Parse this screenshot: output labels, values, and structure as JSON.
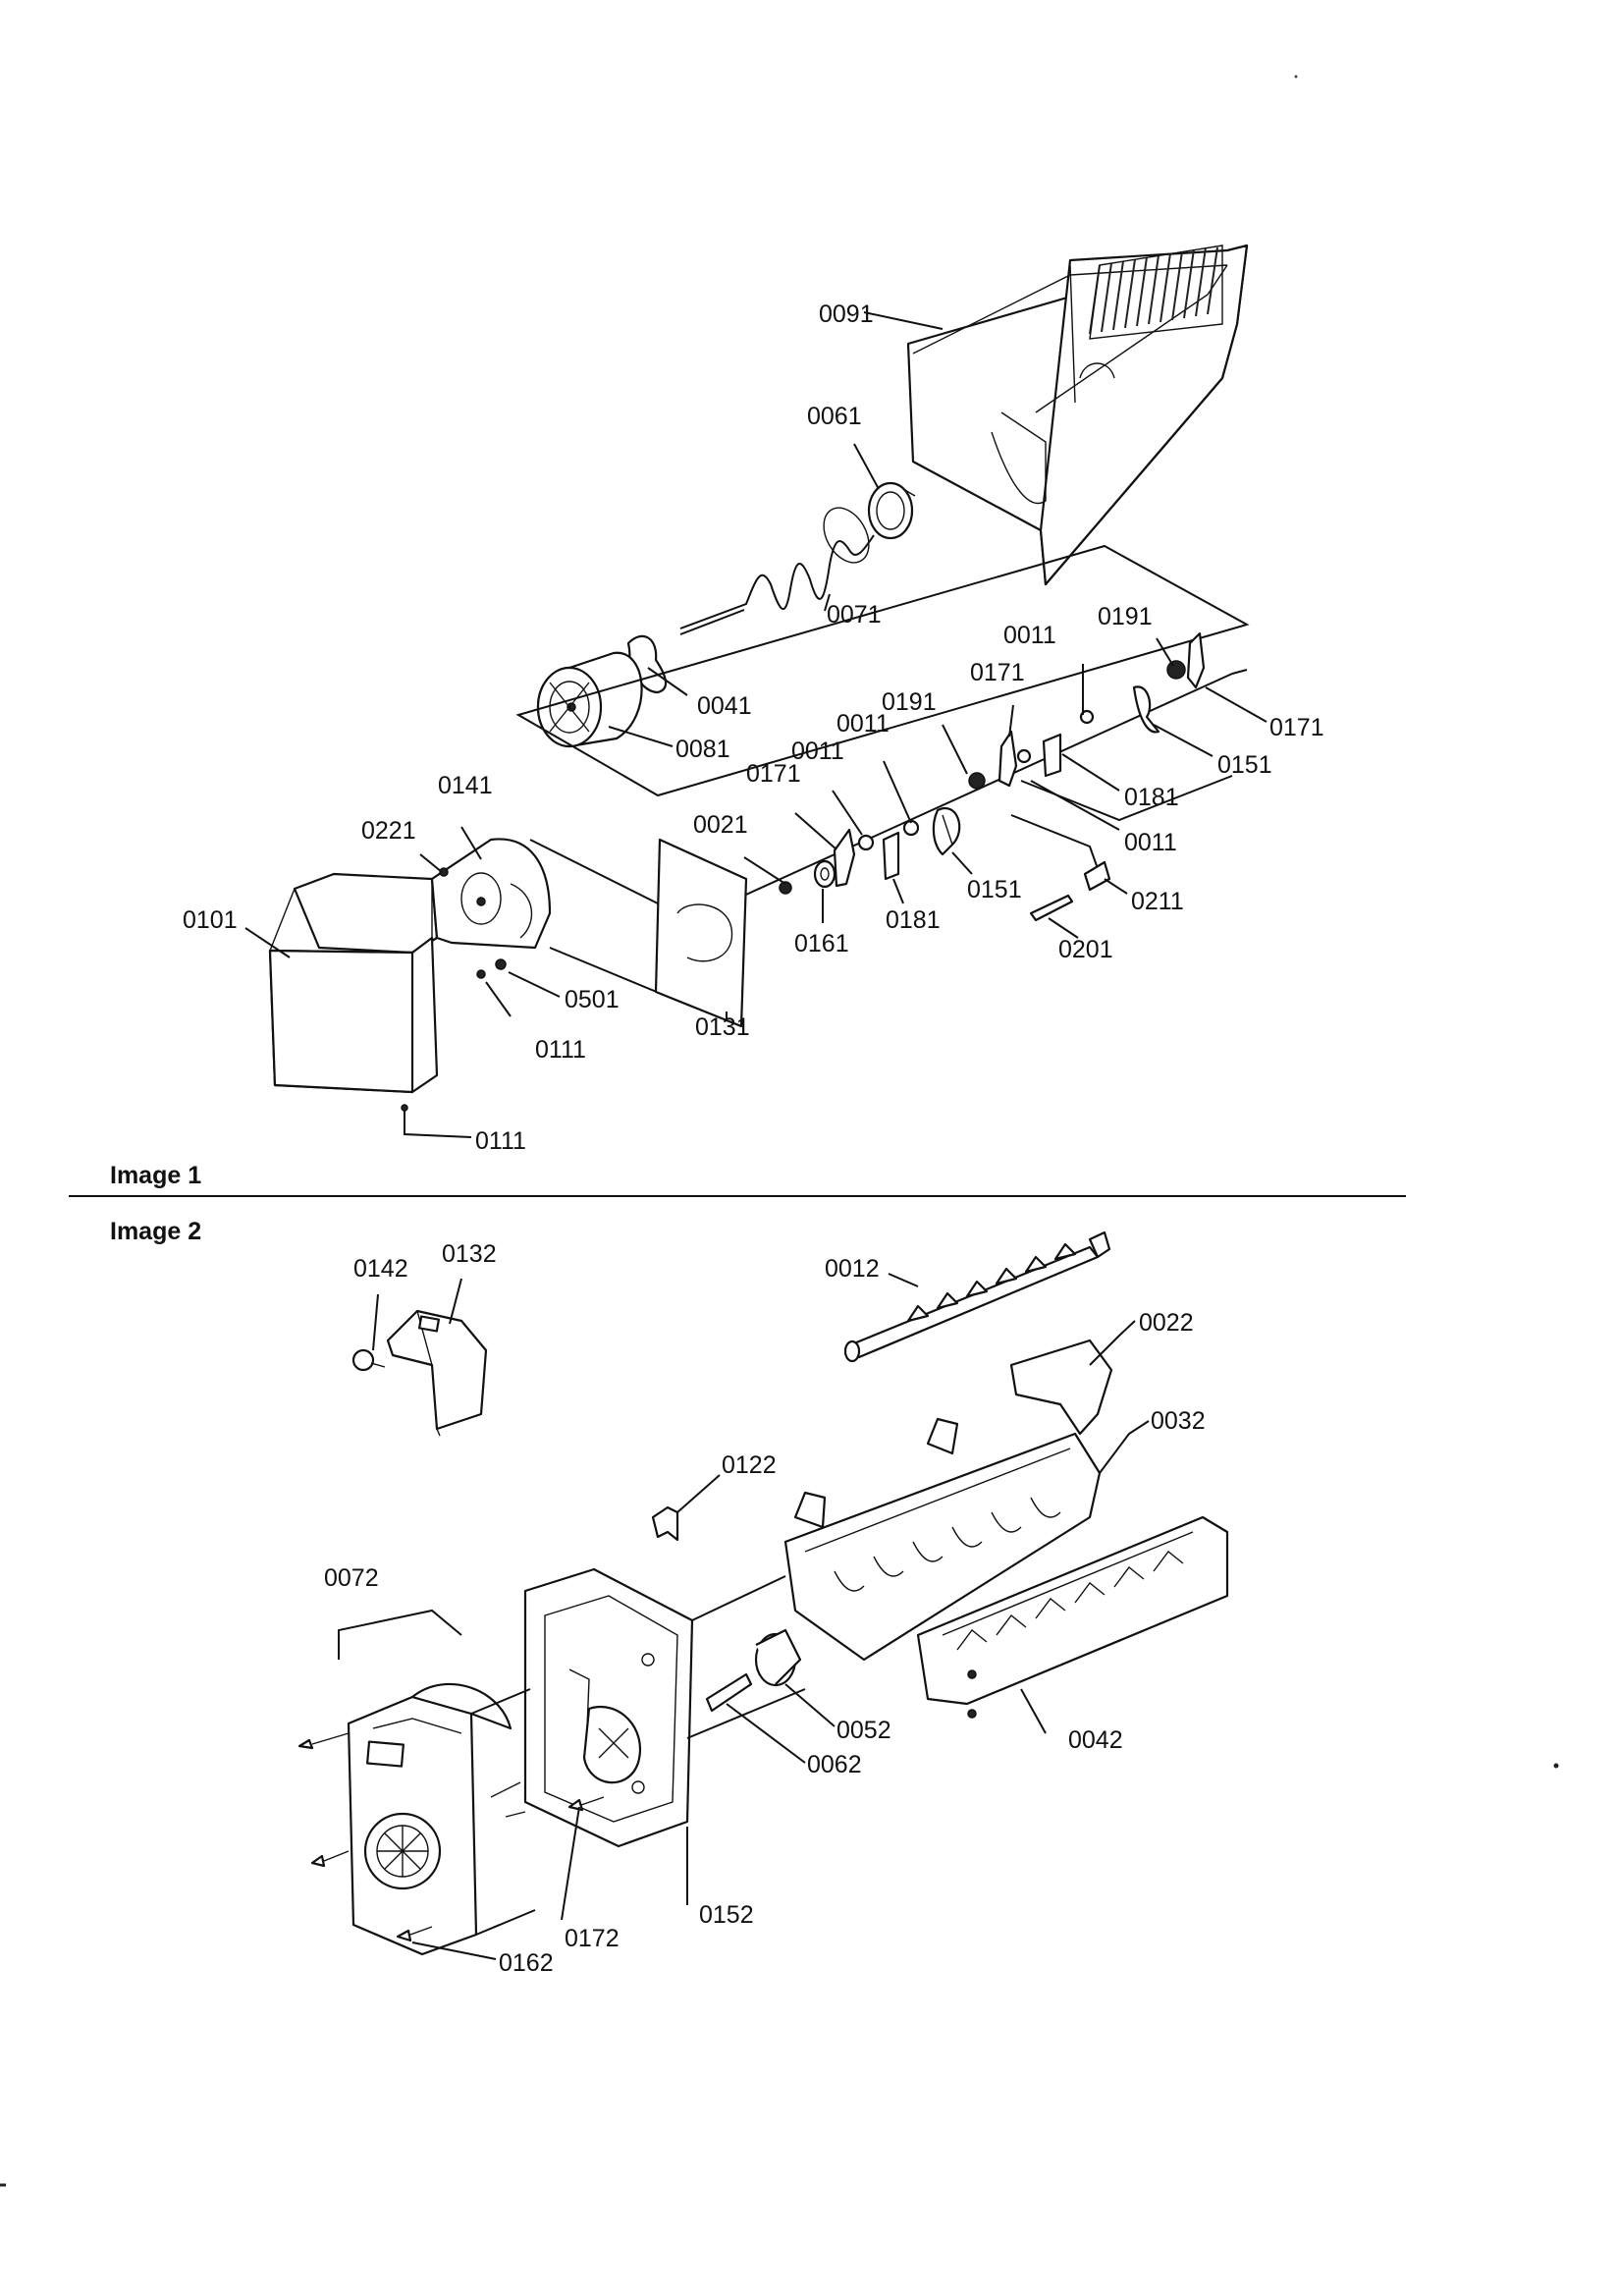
{
  "diagram": {
    "image1_caption": "Image 1",
    "image2_caption": "Image 2",
    "image1_labels": {
      "p0091": "0091",
      "p0061": "0061",
      "p0071": "0071",
      "p0041": "0041",
      "p0081": "0081",
      "p0011_top": "0011",
      "p0191_top": "0191",
      "p0171_right": "0171",
      "p0151_right": "0151",
      "p0171_mid": "0171",
      "p0191_mid": "0191",
      "p0181_right": "0181",
      "p0011_right": "0011",
      "p0011_a": "0011",
      "p0011_b": "0011",
      "p0171_left": "0171",
      "p0141": "0141",
      "p0221": "0221",
      "p0021": "0021",
      "p0151_mid": "0151",
      "p0211": "0211",
      "p0101": "0101",
      "p0161": "0161",
      "p0181_left": "0181",
      "p0201": "0201",
      "p0501": "0501",
      "p0131": "0131",
      "p0111_mid": "0111",
      "p0111_bot": "0111"
    },
    "image2_labels": {
      "p0142": "0142",
      "p0132": "0132",
      "p0012": "0012",
      "p0022": "0022",
      "p0032": "0032",
      "p0122": "0122",
      "p0072": "0072",
      "p0052": "0052",
      "p0062": "0062",
      "p0042": "0042",
      "p0152": "0152",
      "p0172": "0172",
      "p0162": "0162"
    }
  }
}
